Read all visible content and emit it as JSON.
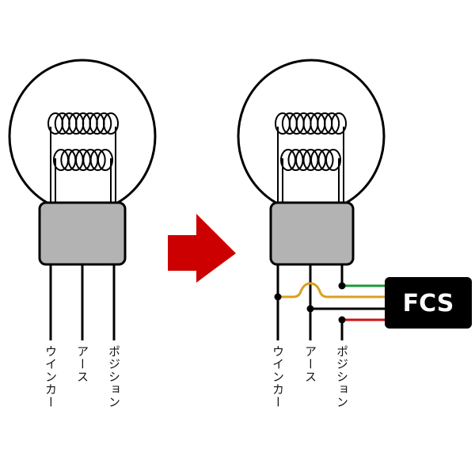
{
  "left_bulb": {
    "wire_labels": [
      "ウインカー",
      "アース",
      "ポジション"
    ]
  },
  "right_bulb": {
    "wire_labels": [
      "ウインカー",
      "アース",
      "ポジション"
    ]
  },
  "module": {
    "label": "FCS"
  },
  "colors": {
    "outline": "#000000",
    "socket": "#b3b3b3",
    "arrow": "#cc0000",
    "wire_green": "#1a9a3a",
    "wire_yellow": "#d9a020",
    "wire_red": "#cc1111",
    "module_bg": "#000000"
  }
}
